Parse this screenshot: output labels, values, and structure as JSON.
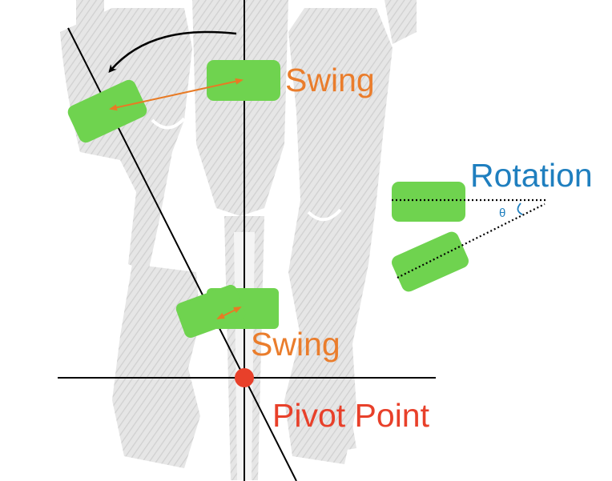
{
  "labels": {
    "swing_top": "Swing",
    "swing_bottom": "Swing",
    "rotation": "Rotation",
    "theta": "θ",
    "pivot": "Pivot Point"
  },
  "colors": {
    "pad_fill": "#6fd34f",
    "swing_text": "#ea7d2c",
    "swing_arrow": "#e87a24",
    "rotation_text": "#1f7fbf",
    "pivot": "#e8402a",
    "line": "#000000",
    "figure_shade": "#d6d6d6"
  }
}
